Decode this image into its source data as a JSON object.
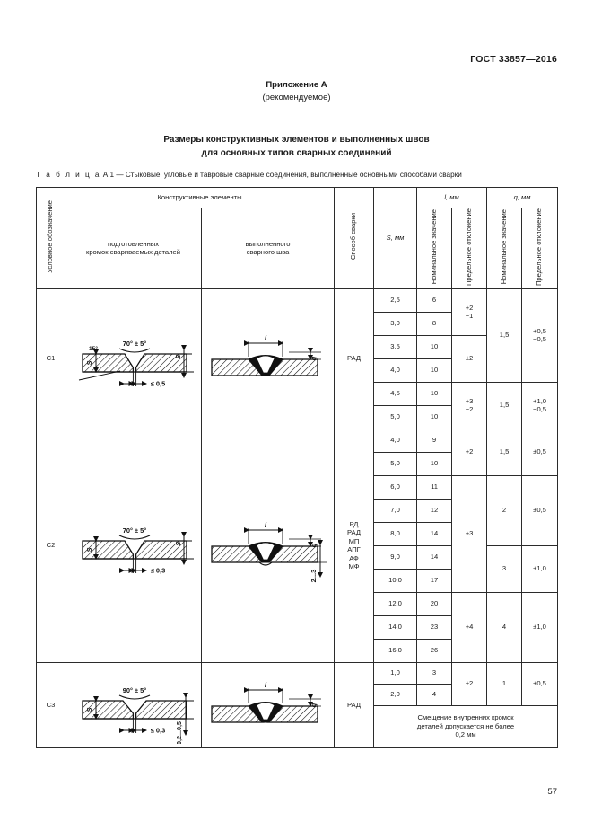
{
  "document": {
    "standard_header": "ГОСТ 33857—2016",
    "appendix_label": "Приложение А",
    "appendix_note": "(рекомендуемое)",
    "main_title_line1": "Размеры конструктивных элементов и выполненных швов",
    "main_title_line2": "для основных типов сварных соединений",
    "table_caption_prefix": "Т а б л и ц а",
    "table_caption_number": "А.1",
    "table_caption_text": "— Стыковые, угловые и тавровые сварные соединения, выполненные основными способами сварки",
    "page_number": "57"
  },
  "table": {
    "headers": {
      "symbol": "Условное обозначение",
      "constructive_elements": "Конструктивные элементы",
      "prepared_edges_l1": "подготовленных",
      "prepared_edges_l2": "кромок свариваемых деталей",
      "completed_weld_l1": "выполненного",
      "completed_weld_l2": "сварного шва",
      "welding_method": "Способ сварки",
      "thickness": "S, мм",
      "group_l": "l, мм",
      "group_q": "q, мм",
      "nominal_value": "Номинальное значение",
      "limit_deviation": "Предельное отклонение"
    },
    "joints": [
      {
        "mark": "С1",
        "welding_methods": "РАД",
        "drawing_prepared": {
          "angle": "70° ± 5°",
          "gap": "≤ 0,5",
          "edge_angle": "15°",
          "thickness_label": "S",
          "right_label": "S"
        },
        "drawing_weld": {
          "width_label": "l",
          "height_label": "q"
        },
        "rows": [
          {
            "S": "2,5",
            "l_nom": "6",
            "l_dev": "+2\n−1",
            "l_dev_span": 2,
            "q_nom": "1,5",
            "q_nom_span": 4,
            "q_dev": "+0,5\n−0,5",
            "q_dev_span": 4
          },
          {
            "S": "3,0",
            "l_nom": "8"
          },
          {
            "S": "3,5",
            "l_nom": "10",
            "l_dev": "±2",
            "l_dev_span": 2
          },
          {
            "S": "4,0",
            "l_nom": "10"
          },
          {
            "S": "4,5",
            "l_nom": "10",
            "l_dev": "+3\n−2",
            "l_dev_span": 2,
            "q_nom": "1,5",
            "q_nom_span": 2,
            "q_dev": "+1,0\n−0,5",
            "q_dev_span": 2
          },
          {
            "S": "5,0",
            "l_nom": "10"
          }
        ]
      },
      {
        "mark": "С2",
        "welding_methods": "РД\nРАД\nМП\nАПГ\nАФ\nМФ",
        "drawing_prepared": {
          "angle": "70° ± 5°",
          "gap": "≤ 0,3",
          "thickness_label": "S",
          "right_label": "S"
        },
        "drawing_weld": {
          "width_label": "l",
          "height_label": "q",
          "backing_label": "2...3"
        },
        "rows": [
          {
            "S": "4,0",
            "l_nom": "9",
            "l_dev": "+2",
            "l_dev_span": 2,
            "q_nom": "1,5",
            "q_nom_span": 2,
            "q_dev": "±0,5",
            "q_dev_span": 2
          },
          {
            "S": "5,0",
            "l_nom": "10"
          },
          {
            "S": "6,0",
            "l_nom": "11",
            "l_dev": "+3",
            "l_dev_span": 5,
            "q_nom": "2",
            "q_nom_span": 3,
            "q_dev": "±0,5",
            "q_dev_span": 3
          },
          {
            "S": "7,0",
            "l_nom": "12"
          },
          {
            "S": "8,0",
            "l_nom": "14"
          },
          {
            "S": "9,0",
            "l_nom": "14",
            "q_nom": "3",
            "q_nom_span": 2,
            "q_dev": "±1,0",
            "q_dev_span": 2
          },
          {
            "S": "10,0",
            "l_nom": "17"
          },
          {
            "S": "12,0",
            "l_nom": "20",
            "l_dev": "+4",
            "l_dev_span": 3,
            "q_nom": "4",
            "q_nom_span": 3,
            "q_dev": "±1,0",
            "q_dev_span": 3
          },
          {
            "S": "14,0",
            "l_nom": "23"
          },
          {
            "S": "16,0",
            "l_nom": "26"
          }
        ]
      },
      {
        "mark": "С3",
        "welding_methods": "РАД",
        "drawing_prepared": {
          "angle": "90° ± 5°",
          "gap": "≤ 0,3",
          "thickness_label": "S",
          "right_label": "0,2...0,5"
        },
        "drawing_weld": {
          "width_label": "l",
          "height_label": "q"
        },
        "rows": [
          {
            "S": "1,0",
            "l_nom": "3",
            "l_dev": "±2",
            "l_dev_span": 2,
            "q_nom": "1",
            "q_nom_span": 2,
            "q_dev": "±0,5",
            "q_dev_span": 2
          },
          {
            "S": "2,0",
            "l_nom": "4"
          }
        ],
        "note": "Смещение внутренних кромок\nдеталей допускается не более\n0,2 мм"
      }
    ]
  }
}
